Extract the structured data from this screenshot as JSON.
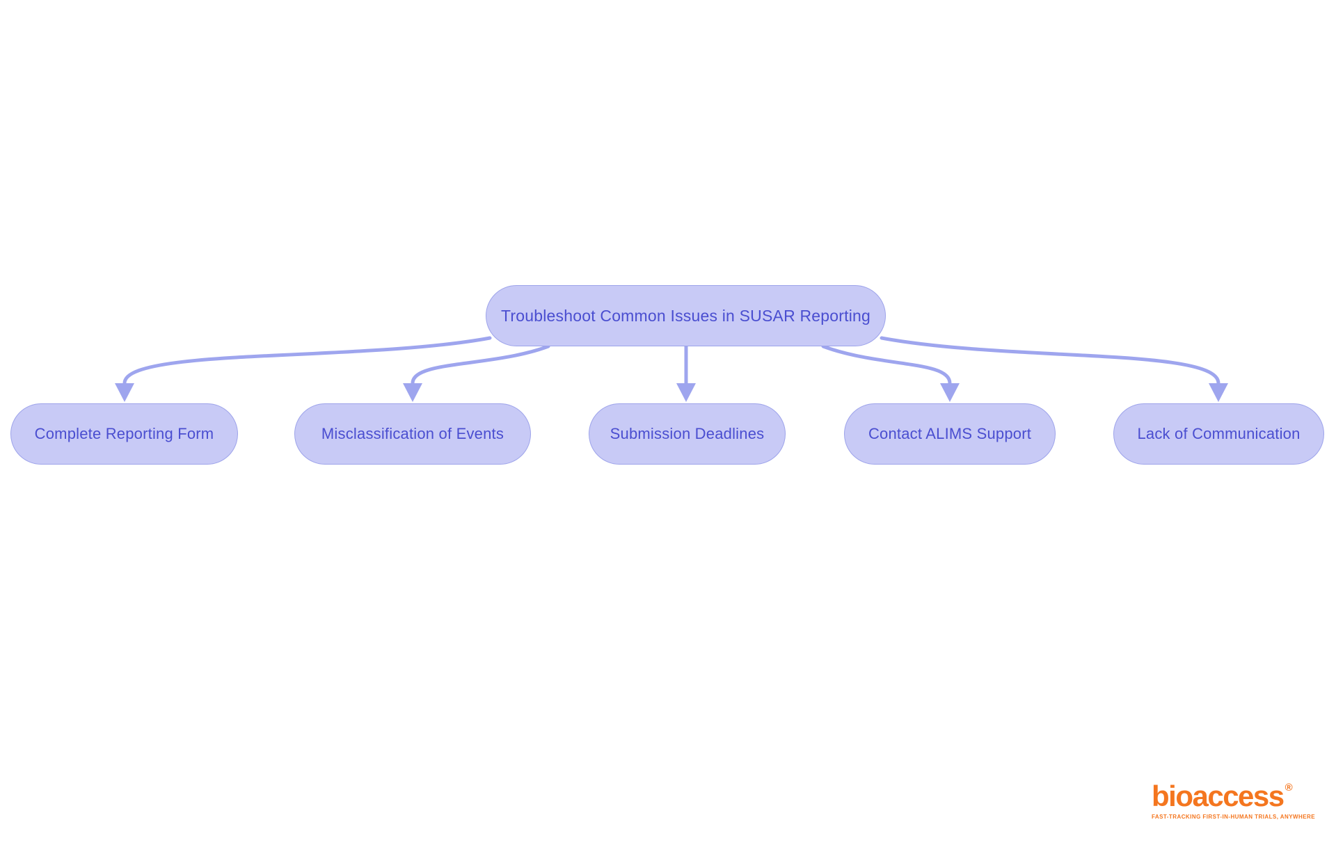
{
  "diagram": {
    "root": {
      "label": "Troubleshoot Common Issues in SUSAR Reporting"
    },
    "children": [
      {
        "label": "Complete Reporting Form"
      },
      {
        "label": "Misclassification of Events"
      },
      {
        "label": "Submission Deadlines"
      },
      {
        "label": "Contact ALIMS Support"
      },
      {
        "label": "Lack of Communication"
      }
    ],
    "colors": {
      "node_fill": "#c8caf6",
      "node_border": "#9da3ea",
      "edge": "#9ea5ee",
      "node_text": "#4a4ed0",
      "background": "#ffffff"
    }
  },
  "logo": {
    "wordmark": "bioaccess",
    "registered": "®",
    "tagline": "FAST-TRACKING FIRST-IN-HUMAN TRIALS, ANYWHERE",
    "color": "#f4761f"
  }
}
